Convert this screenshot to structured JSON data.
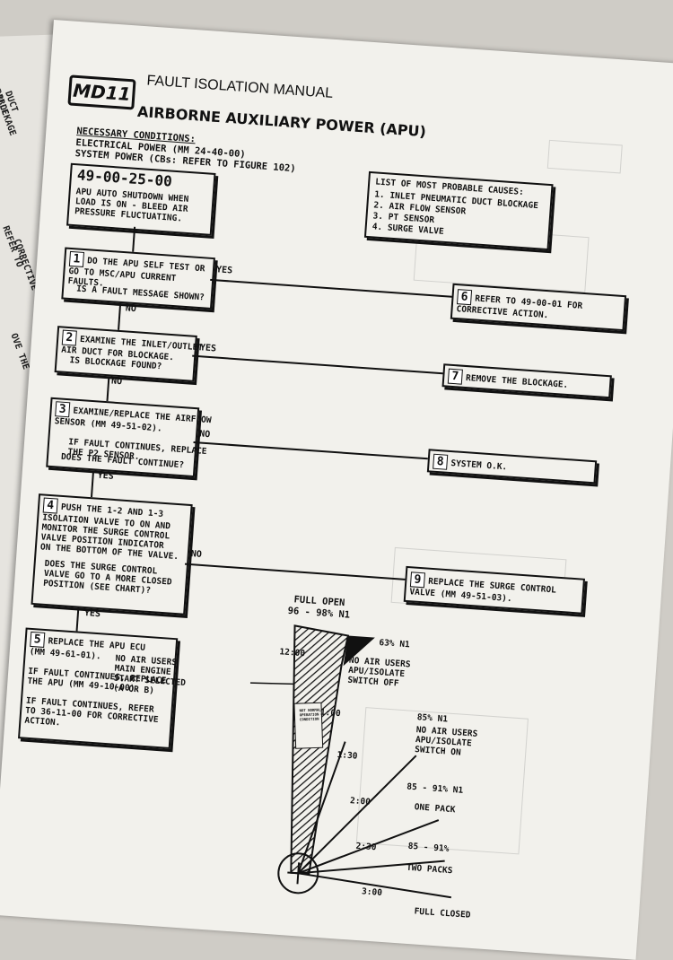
{
  "left_page": {
    "fragments": [
      "PROBABLE CAUSES",
      "DUCT BLOCKAGE",
      "REFER TO",
      "CORRECTIVE",
      "OVE THE"
    ]
  },
  "header": {
    "logo": "MD11",
    "manual": "FAULT ISOLATION MANUAL",
    "title": "AIRBORNE AUXILIARY POWER (APU)"
  },
  "conditions": {
    "heading": "NECESSARY CONDITIONS:",
    "line1": "ELECTRICAL POWER (MM 24-40-00)",
    "line2": "SYSTEM POWER (CBs: REFER TO FIGURE 102)"
  },
  "fault": {
    "code": "49-00-25-00",
    "desc": "APU AUTO SHUTDOWN WHEN\nLOAD IS ON - BLEED AIR\nPRESSURE FLUCTUATING."
  },
  "causes": {
    "heading": "LIST OF MOST PROBABLE CAUSES:",
    "items": [
      "1. INLET PNEUMATIC DUCT BLOCKAGE",
      "2. AIR FLOW SENSOR",
      "3. PT SENSOR",
      "4. SURGE VALVE"
    ]
  },
  "steps": [
    {
      "n": "1",
      "text": "DO THE APU SELF TEST OR\nGO TO MSC/APU CURRENT\nFAULTS.",
      "q": "IS A FAULT MESSAGE SHOWN?"
    },
    {
      "n": "2",
      "text": "EXAMINE THE INLET/OUTLET\nAIR DUCT FOR BLOCKAGE.",
      "q": "IS BLOCKAGE FOUND?"
    },
    {
      "n": "3",
      "text": "EXAMINE/REPLACE THE AIRFLOW\nSENSOR (MM 49-51-02).\n\n   IF FAULT CONTINUES, REPLACE\n   THE P2 SENSOR.",
      "q": "DOES THE FAULT CONTINUE?"
    },
    {
      "n": "4",
      "text": "PUSH THE 1-2 AND 1-3\nISOLATION VALVE TO ON AND\nMONITOR THE SURGE CONTROL\nVALVE POSITION INDICATOR\nON THE BOTTOM OF THE VALVE.",
      "q": "DOES THE SURGE CONTROL\nVALVE GO TO A MORE CLOSED\nPOSITION (SEE CHART)?"
    },
    {
      "n": "5",
      "text": "REPLACE THE APU ECU\n(MM 49-61-01).\n\nIF FAULT CONTINUES, REPLACE\nTHE APU (MM 49-10-00).\n\nIF FAULT CONTINUES, REFER\nTO 36-11-00 FOR CORRECTIVE\nACTION.",
      "q": ""
    }
  ],
  "results": [
    {
      "n": "6",
      "text": "REFER TO 49-00-01 FOR\nCORRECTIVE ACTION."
    },
    {
      "n": "7",
      "text": "REMOVE THE BLOCKAGE."
    },
    {
      "n": "8",
      "text": "SYSTEM O.K."
    },
    {
      "n": "9",
      "text": "REPLACE THE SURGE CONTROL\nVALVE (MM 49-51-03)."
    }
  ],
  "labels": {
    "yes": "YES",
    "no": "NO"
  },
  "gauge": {
    "full_open": "FULL OPEN",
    "full_open_n1": "96 - 98% N1",
    "pointer_note": "NO AIR USERS\nMAIN ENGINE\nSTART SELECTED\n(A OR B)",
    "p1": "63% N1",
    "p1_note": "NO AIR USERS\nAPU/ISOLATE\nSWITCH OFF",
    "p2": "85% N1",
    "p2_note": "NO AIR USERS\nAPU/ISOLATE\nSWITCH ON",
    "p3": "85 - 91% N1",
    "p3_note": "ONE PACK",
    "p4": "85 - 91%",
    "p4_note": "TWO PACKS",
    "full_closed": "FULL CLOSED",
    "ticks": [
      "12:00",
      "1:00",
      "1:30",
      "2:00",
      "2:30",
      "3:00"
    ],
    "band_text": "NOT NORMAL OPERATION CONDITION"
  }
}
